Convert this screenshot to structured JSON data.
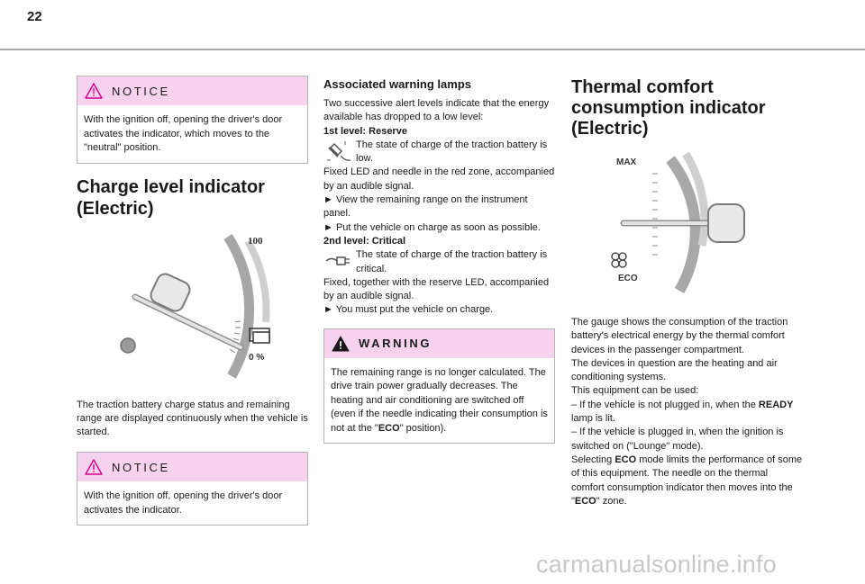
{
  "page_number": "22",
  "left": {
    "notice1": {
      "title": "NOTICE",
      "body": "With the ignition off, opening the driver's door activates the indicator, which moves to the \"neutral\" position."
    },
    "heading_line1": "Charge level indicator",
    "heading_line2": "(Electric)",
    "gauge": {
      "top_label": "100",
      "bottom_label": "0 %"
    },
    "intro": "The traction battery charge status and remaining range are displayed continuously when the vehicle is started.",
    "notice2": {
      "title": "NOTICE",
      "body": "With the ignition off, opening the driver's door activates the indicator."
    }
  },
  "middle": {
    "heading": "Associated warning lamps",
    "intro": "Two successive alert levels indicate that the energy available has dropped to a low level:",
    "level1_label": "1st level: Reserve",
    "level1_lamp": "The state of charge of the traction battery is low.",
    "level1_desc": "Fixed LED and needle in the red zone, accompanied by an audible signal.",
    "level1_step1": "► View the remaining range on the instrument panel.",
    "level1_step2": "► Put the vehicle on charge as soon as possible.",
    "level2_label": "2nd level: Critical",
    "level2_lamp": "The state of charge of the traction battery is critical.",
    "level2_desc": "Fixed, together with the reserve LED, accompanied by an audible signal.",
    "level2_step1": "► You must put the vehicle on charge.",
    "warning": {
      "title": "WARNING",
      "body_before": "The remaining range is no longer calculated. The drive train power gradually decreases. The heating and air conditioning are switched off (even if the needle indicating their consumption is not at the \"",
      "body_bold": "ECO",
      "body_after": "\" position)."
    }
  },
  "right": {
    "heading_line1": "Thermal comfort",
    "heading_line2": "consumption indicator",
    "heading_line3": "(Electric)",
    "gauge": {
      "top_label": "MAX",
      "bottom_label": "ECO"
    },
    "para1": "The gauge shows the consumption of the traction battery's electrical energy by the thermal comfort devices in the passenger compartment.",
    "para2": "The devices in question are the heating and air conditioning systems.",
    "para3": "This equipment can be used:",
    "item1_before": "– If the vehicle is not plugged in, when the ",
    "item1_bold": "READY",
    "item1_after": " lamp is lit.",
    "item2": "– If the vehicle is plugged in, when the ignition is switched on (\"Lounge\" mode).",
    "para4_before": "Selecting ",
    "para4_bold": "ECO",
    "para4_mid": " mode limits the performance of some of this equipment. The needle on the thermal comfort consumption indicator then moves into the \"",
    "para4_bold2": "ECO",
    "para4_after": "\" zone."
  },
  "watermark": "carmanualsonline.info",
  "colors": {
    "box_header": "#f7d2ef",
    "warning_icon": "#d9008f",
    "rule": "#aaaaaa"
  }
}
